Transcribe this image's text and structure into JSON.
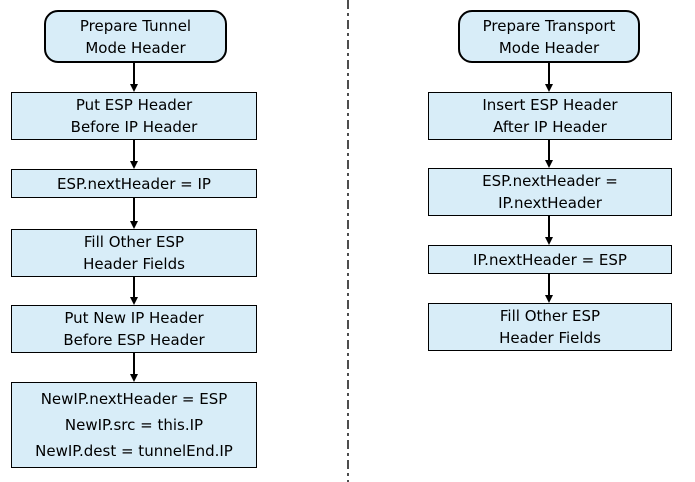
{
  "diagram": {
    "title": "ESP header preparation flowcharts",
    "colors": {
      "background": "#ffffff",
      "box_fill": "#d8edf8",
      "box_border": "#000000",
      "text": "#000000",
      "arrow": "#000000",
      "divider": "#4d4d4d"
    },
    "columns": [
      {
        "name": "tunnel-mode",
        "nodes": [
          {
            "type": "rounded",
            "lines": [
              "Prepare Tunnel",
              "Mode Header"
            ]
          },
          {
            "type": "rect",
            "lines": [
              "Put ESP Header",
              "Before IP Header"
            ]
          },
          {
            "type": "rect",
            "lines": [
              "ESP.nextHeader = IP"
            ]
          },
          {
            "type": "rect",
            "lines": [
              "Fill Other ESP",
              "Header Fields"
            ]
          },
          {
            "type": "rect",
            "lines": [
              "Put New IP Header",
              "Before ESP Header"
            ]
          },
          {
            "type": "rect",
            "lines": [
              "NewIP.nextHeader = ESP",
              "NewIP.src = this.IP",
              "NewIP.dest = tunnelEnd.IP"
            ]
          }
        ]
      },
      {
        "name": "transport-mode",
        "nodes": [
          {
            "type": "rounded",
            "lines": [
              "Prepare Transport",
              "Mode Header"
            ]
          },
          {
            "type": "rect",
            "lines": [
              "Insert ESP Header",
              "After IP Header"
            ]
          },
          {
            "type": "rect",
            "lines": [
              "ESP.nextHeader =",
              "IP.nextHeader"
            ]
          },
          {
            "type": "rect",
            "lines": [
              "IP.nextHeader = ESP"
            ]
          },
          {
            "type": "rect",
            "lines": [
              "Fill Other ESP",
              "Header Fields"
            ]
          }
        ]
      }
    ]
  }
}
